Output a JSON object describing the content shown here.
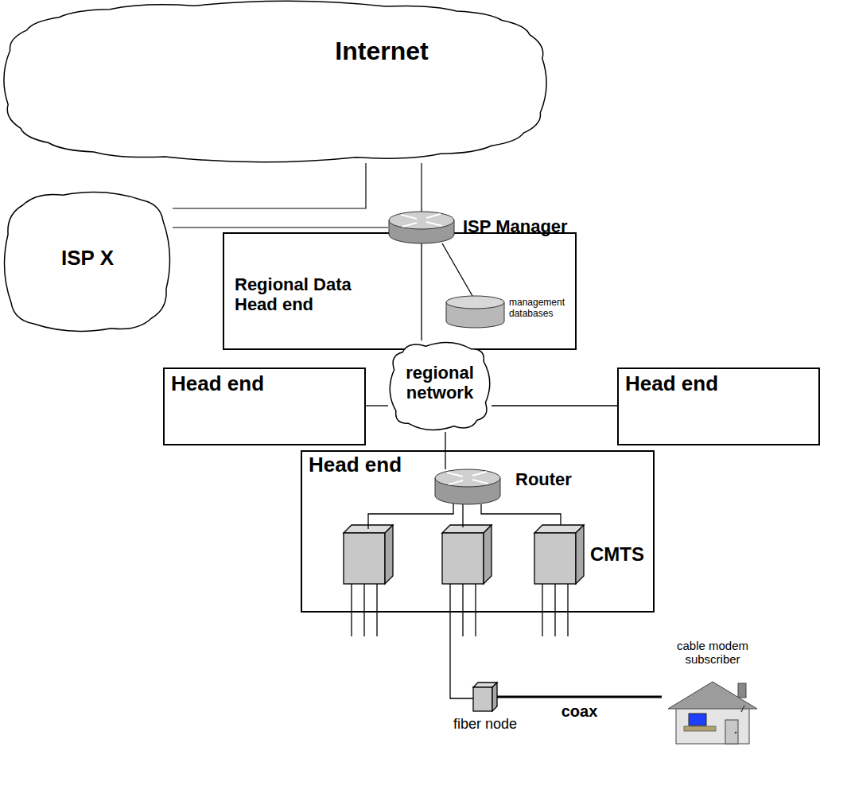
{
  "diagram": {
    "nodes": [
      {
        "text": [
          "Internet"
        ]
      },
      {
        "text": [
          "ISP X"
        ]
      },
      {
        "text": [
          "Regional Data Head end"
        ]
      },
      {
        "text": [
          "ISP Manager"
        ],
        "in": 2
      },
      {
        "text": [
          "management databases"
        ],
        "in": 2
      },
      {
        "text": [
          "regional network"
        ]
      },
      {
        "text": [
          "Head end"
        ]
      },
      {
        "text": [
          "Head end"
        ]
      },
      {
        "text": [
          "Head end"
        ]
      },
      {
        "text": [
          "Router"
        ],
        "in": 8
      },
      {
        "text": [
          "CMTS"
        ],
        "in": 8
      },
      {
        "text": [
          "fiber node"
        ]
      },
      {
        "text": [
          "cable modem subscriber"
        ]
      }
    ],
    "edges": [
      {
        "from": 1,
        "to": 0,
        "arrow": "none"
      },
      {
        "from": 1,
        "to": 3,
        "arrow": "none"
      },
      {
        "from": 0,
        "to": 3,
        "arrow": "none"
      },
      {
        "from": 3,
        "to": 4,
        "arrow": "none"
      },
      {
        "from": 3,
        "to": 5,
        "arrow": "none"
      },
      {
        "from": 5,
        "to": 6,
        "arrow": "none"
      },
      {
        "from": 5,
        "to": 7,
        "arrow": "none"
      },
      {
        "from": 5,
        "to": 9,
        "arrow": "none"
      },
      {
        "from": 9,
        "to": 10,
        "arrow": "none"
      },
      {
        "from": 11,
        "to": 12,
        "label": "coax",
        "arrow": "none"
      }
    ]
  }
}
